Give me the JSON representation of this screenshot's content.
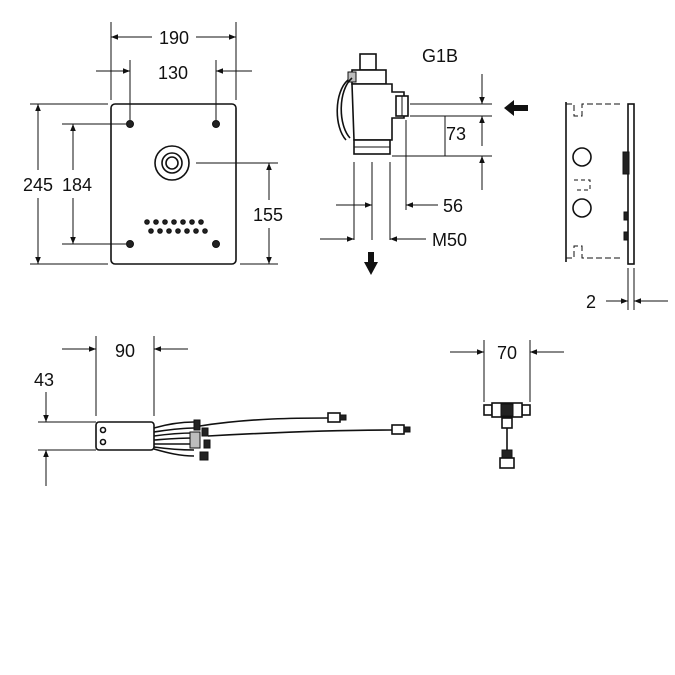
{
  "dimensions": {
    "plate_width": "190",
    "hole_spacing_horizontal": "130",
    "plate_height": "245",
    "hole_spacing_vertical": "184",
    "button_height": "155",
    "thread": "G1B",
    "valve_height": "73",
    "valve_offset": "56",
    "outlet": "M50",
    "plate_thickness": "2",
    "module_width": "90",
    "module_height": "43",
    "connector_width": "70"
  },
  "icons": {
    "flow_in": "arrow-left-icon",
    "flow_out": "arrow-down-icon"
  }
}
